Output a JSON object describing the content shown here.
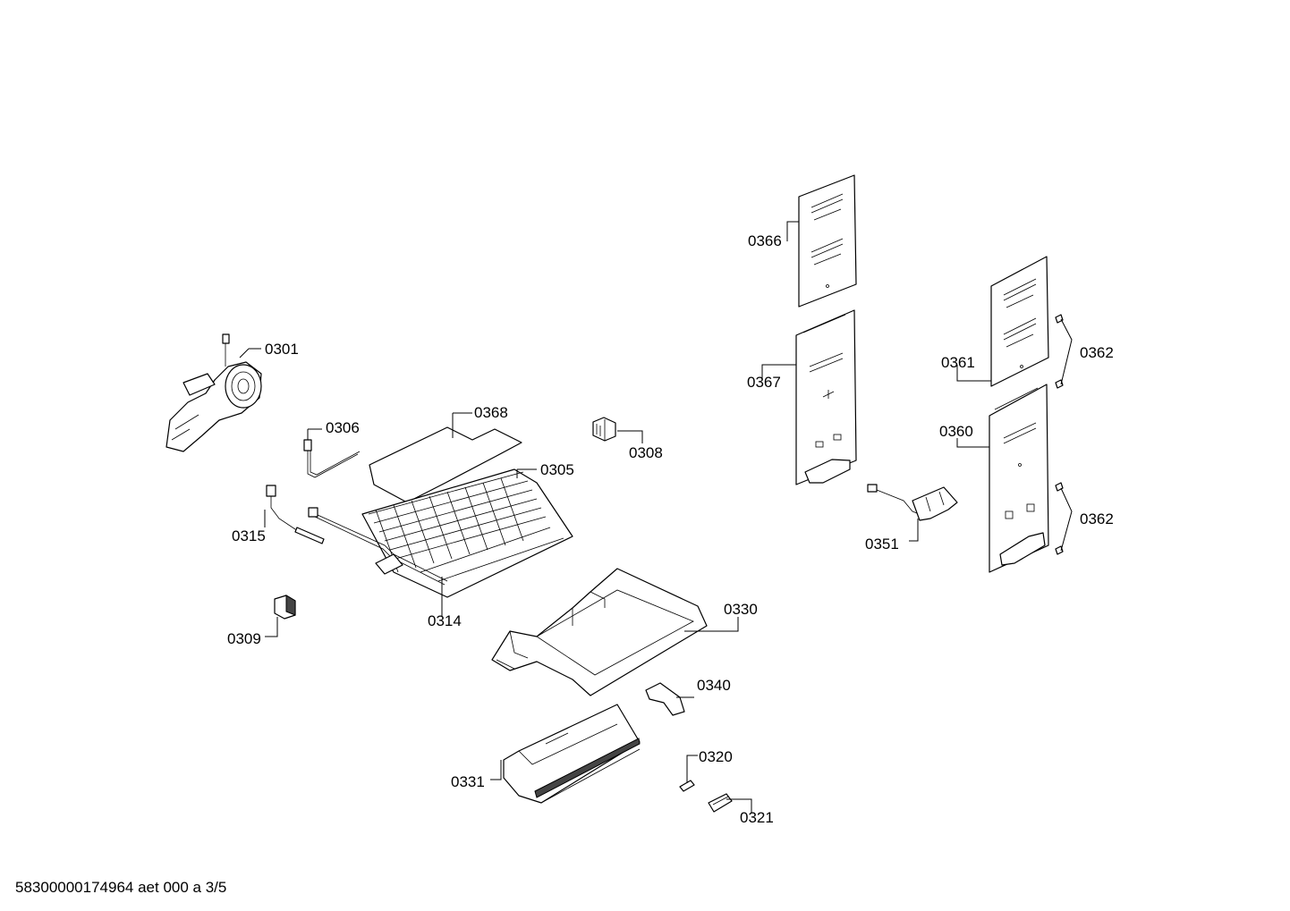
{
  "document": {
    "footer_code": "58300000174964 aet 000 a 3/5"
  },
  "callouts": {
    "p0301": "0301",
    "p0305": "0305",
    "p0306": "0306",
    "p0308": "0308",
    "p0309": "0309",
    "p0314": "0314",
    "p0315": "0315",
    "p0320": "0320",
    "p0321": "0321",
    "p0330": "0330",
    "p0331": "0331",
    "p0340": "0340",
    "p0351": "0351",
    "p0360": "0360",
    "p0361": "0361",
    "p0362a": "0362",
    "p0362b": "0362",
    "p0366": "0366",
    "p0367": "0367",
    "p0368": "0368"
  }
}
